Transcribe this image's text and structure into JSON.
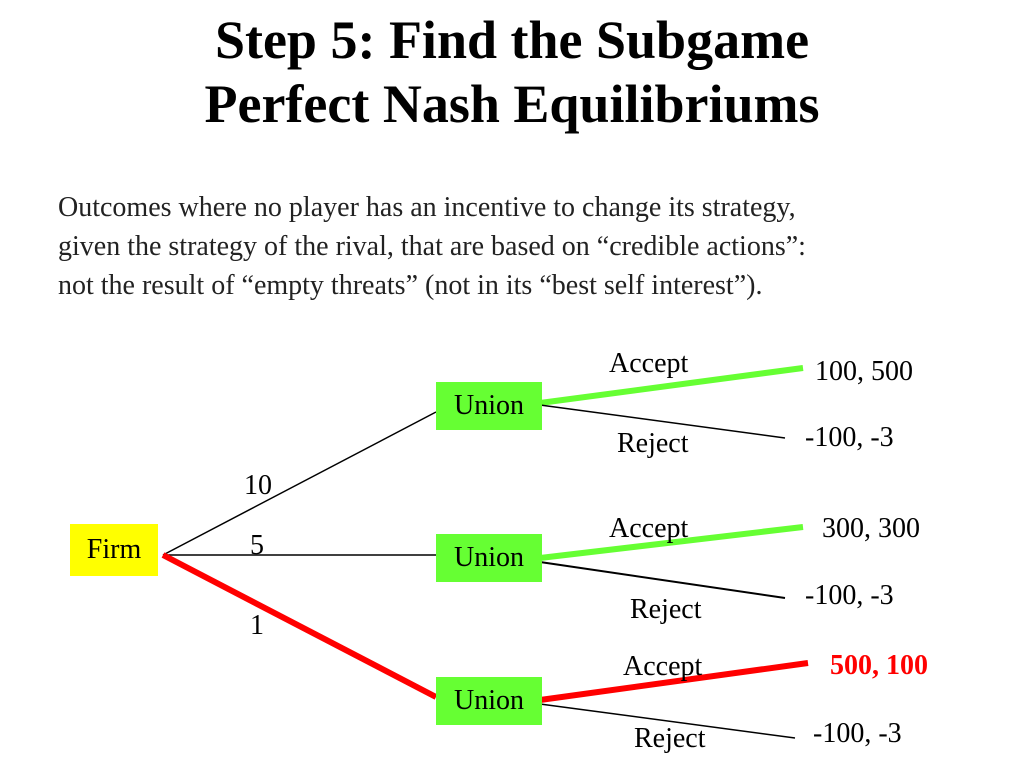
{
  "title": {
    "line1": "Step 5: Find the Subgame",
    "line2": "Perfect Nash Equilibriums"
  },
  "description": {
    "line1": "Outcomes where no player has an incentive to change its strategy,",
    "line2": "given the strategy of the rival, that are based on “credible actions”:",
    "line3": "not the result of “empty threats” (not in its “best self interest”)."
  },
  "tree": {
    "root": "Firm",
    "offers": [
      "10",
      "5",
      "1"
    ],
    "union_label": "Union",
    "accept_label": "Accept",
    "reject_label": "Reject",
    "payoffs": {
      "offer10_accept": "100, 500",
      "offer10_reject": "-100, -3",
      "offer5_accept": "300, 300",
      "offer5_reject": "-100, -3",
      "offer1_accept": "500, 100",
      "offer1_reject": "-100, -3"
    }
  },
  "colors": {
    "firm_node": "#ffff00",
    "union_node": "#66ff33",
    "best_response": "#66ff33",
    "equilibrium_path": "#ff0000"
  }
}
